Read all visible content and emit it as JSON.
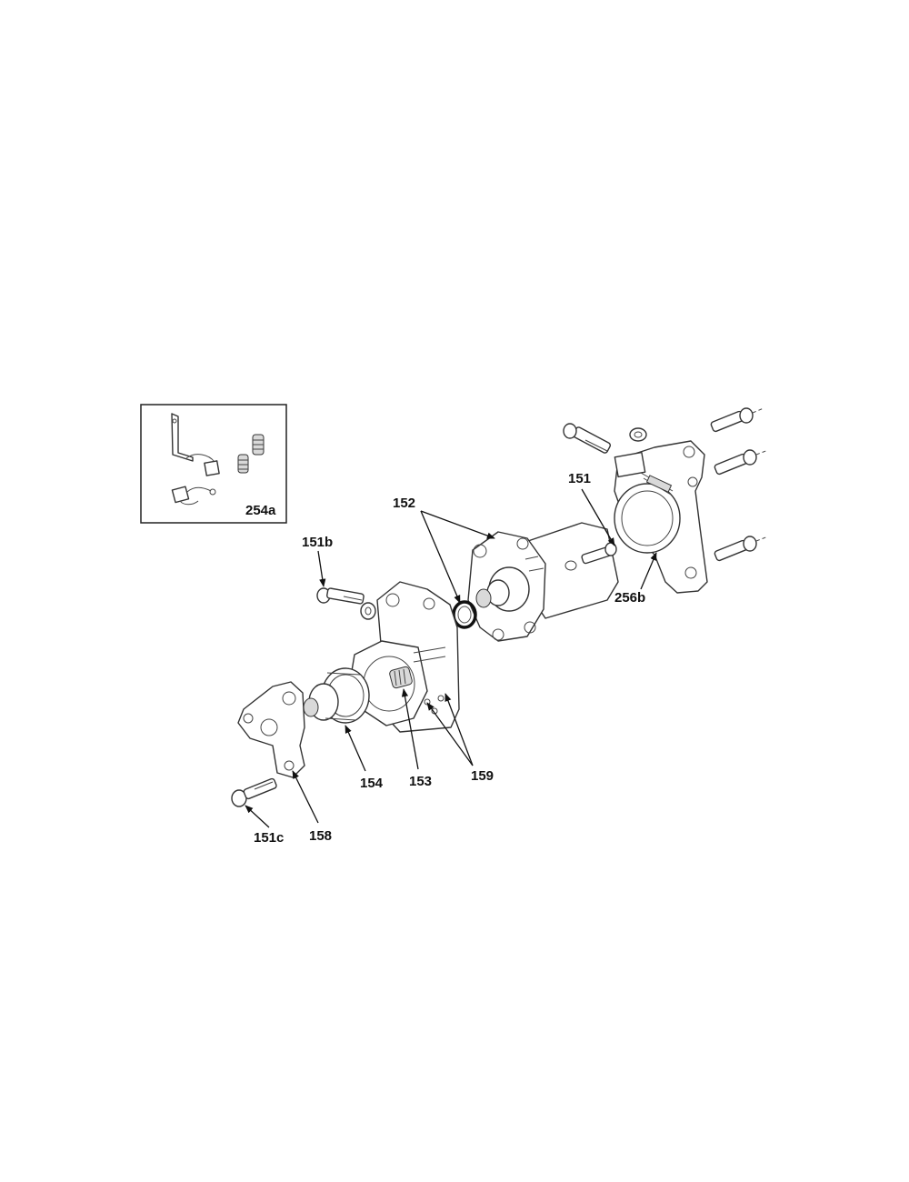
{
  "diagram": {
    "callouts": {
      "c254a": "254a",
      "c151": "151",
      "c152": "152",
      "c151b": "151b",
      "c256b": "256b",
      "c154": "154",
      "c153": "153",
      "c159": "159",
      "c151c": "151c",
      "c158": "158"
    },
    "colors": {
      "line": "#333333",
      "label": "#111111",
      "background": "#ffffff"
    }
  }
}
